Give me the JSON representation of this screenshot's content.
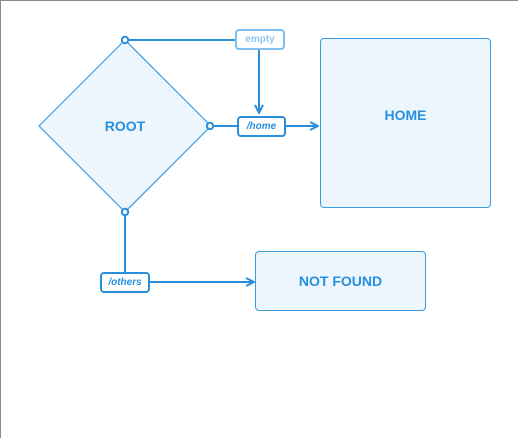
{
  "diagram": {
    "root_label": "ROOT",
    "home_label": "HOME",
    "not_found_label": "NOT FOUND",
    "edge_empty_label": "empty",
    "edge_home_label": "/home",
    "edge_others_label": "/others"
  },
  "colors": {
    "stroke": "#2a8fdb",
    "node_fill": "#eef6fd",
    "faded_label": "#8ec7ef"
  }
}
